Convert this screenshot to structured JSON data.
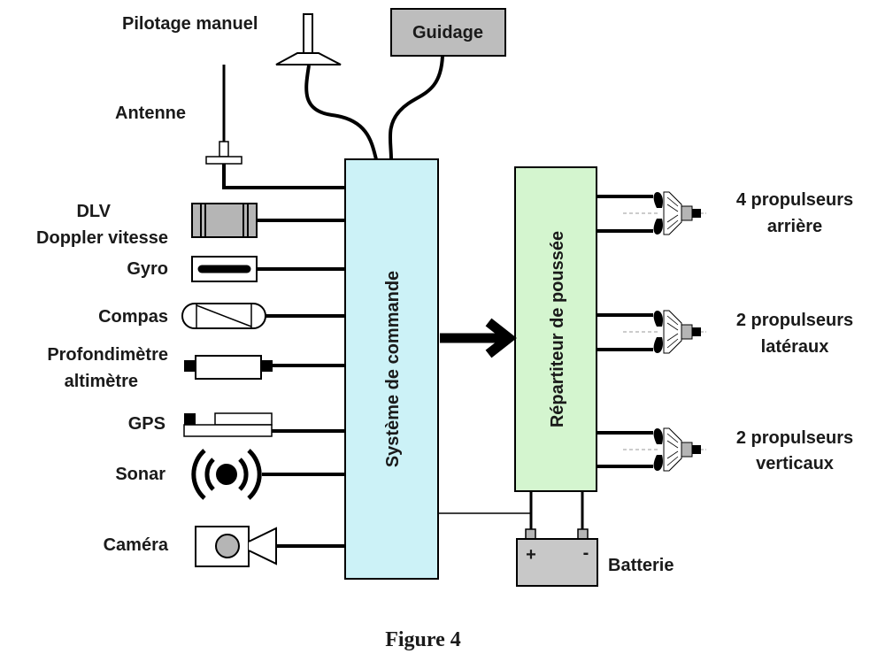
{
  "labels": {
    "pilotage": "Pilotage manuel",
    "guidage": "Guidage",
    "antenne": "Antenne",
    "dlv": "DLV",
    "doppler": "Doppler vitesse",
    "gyro": "Gyro",
    "compas": "Compas",
    "profondimetre": "Profondimètre",
    "altimetre": "altimètre",
    "gps": "GPS",
    "sonar": "Sonar",
    "camera": "Caméra",
    "systeme": "Système de commande",
    "repartiteur": "Répartiteur de poussée",
    "batterie": "Batterie",
    "plus": "+",
    "minus": "-",
    "prop_arriere_1": "4 propulseurs",
    "prop_arriere_2": "arrière",
    "prop_lateraux_1": "2 propulseurs",
    "prop_lateraux_2": "latéraux",
    "prop_verticaux_1": "2 propulseurs",
    "prop_verticaux_2": "verticaux"
  },
  "caption": "Figure 4",
  "colors": {
    "systeme_fill": "#ccf2f7",
    "repartiteur_fill": "#d4f5cf",
    "guidage_fill": "#bdbdbd",
    "batterie_fill": "#c8c8c8"
  }
}
